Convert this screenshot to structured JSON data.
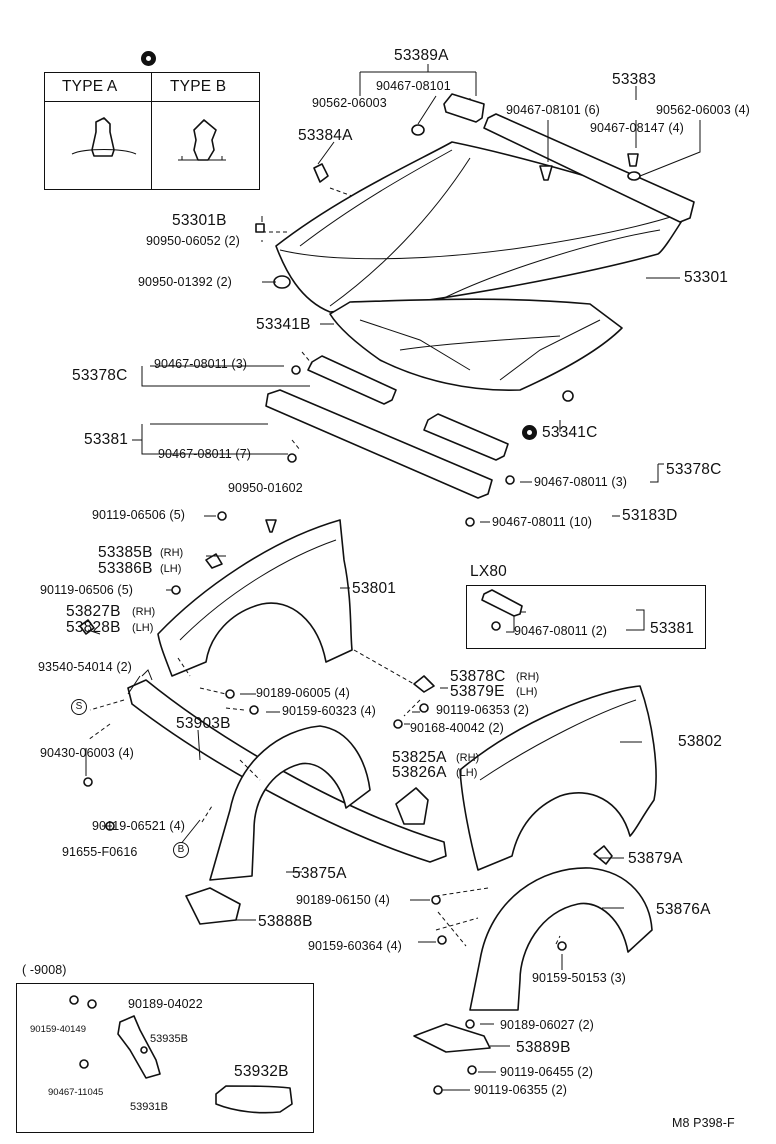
{
  "type_table": {
    "type_a": "TYPE A",
    "type_b": "TYPE B"
  },
  "footer": "M8 P398-F",
  "lx80": {
    "title": "LX80",
    "part_clip": "90467-08011 (2)",
    "part_main": "53381"
  },
  "inset": {
    "title": "(      -9008)",
    "p1": "90189-04022",
    "p2": "90159-40149",
    "p3": "53935B",
    "p4": "90467-11045",
    "p5": "53931B",
    "p6": "53932B"
  },
  "labels": {
    "p53389A": "53389A",
    "p90467_08101": "90467-08101",
    "p90562_06003": "90562-06003",
    "p53383": "53383",
    "p90467_08101_6": "90467-08101 (6)",
    "p90562_06003_4": "90562-06003 (4)",
    "p90467_08147_4": "90467-08147 (4)",
    "p53384A": "53384A",
    "p53301B": "53301B",
    "p90950_06052_2": "90950-06052 (2)",
    "p90950_01392_2": "90950-01392 (2)",
    "p53301": "53301",
    "p53341B": "53341B",
    "p53378C_l": "53378C",
    "p90467_08011_3a": "90467-08011 (3)",
    "p53381": "53381",
    "p90467_08011_7": "90467-08011 (7)",
    "p53341C": "53341C",
    "p90467_08011_3b": "90467-08011 (3)",
    "p53378C_r": "53378C",
    "p90950_01602": "90950-01602",
    "p90119_06506_5a": "90119-06506 (5)",
    "p90467_08011_10": "90467-08011 (10)",
    "p53183D": "53183D",
    "p53385B": "53385B",
    "rh1": "(RH)",
    "p53386B": "53386B",
    "lh1": "(LH)",
    "p53801": "53801",
    "p90119_06506_5b": "90119-06506 (5)",
    "p53827B": "53827B",
    "rh2": "(RH)",
    "p53828B": "53828B",
    "lh2": "(LH)",
    "p93540_54014_2": "93540-54014 (2)",
    "s": "S",
    "p53878C": "53878C",
    "rh3": "(RH)",
    "p53879E": "53879E",
    "lh3": "(LH)",
    "p90189_06005_4": "90189-06005 (4)",
    "p90119_06353_2": "90119-06353 (2)",
    "p90159_60323_4": "90159-60323 (4)",
    "p53903B": "53903B",
    "p90168_40042_2": "90168-40042 (2)",
    "p90430_06003_4": "90430-06003 (4)",
    "p53802": "53802",
    "p53825A": "53825A",
    "rh4": "(RH)",
    "p53826A": "53826A",
    "lh4": "(LH)",
    "p90119_06521_4": "90119-06521 (4)",
    "p91655_F0616": "91655-F0616",
    "b": "B",
    "p53879A": "53879A",
    "p53875A": "53875A",
    "p90189_06150_4": "90189-06150 (4)",
    "p53876A": "53876A",
    "p53888B": "53888B",
    "p90159_60364_4": "90159-60364 (4)",
    "p90159_50153_3": "90159-50153 (3)",
    "p90189_06027_2": "90189-06027 (2)",
    "p53889B": "53889B",
    "p90119_06455_2": "90119-06455 (2)",
    "p90119_06355_2": "90119-06355 (2)"
  }
}
